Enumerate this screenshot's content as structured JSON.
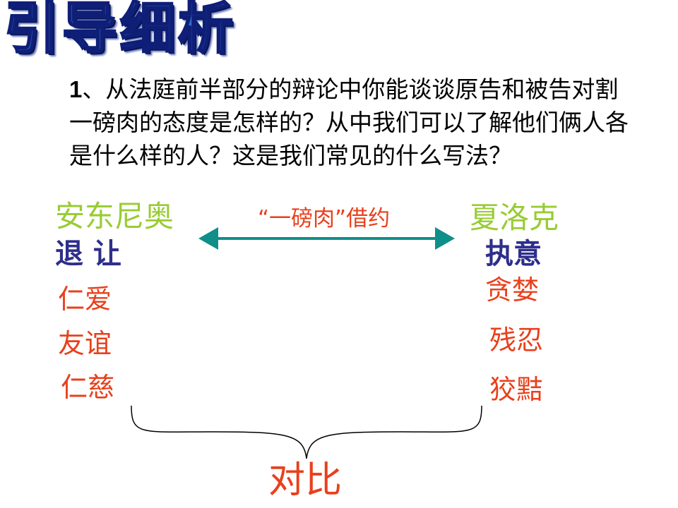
{
  "title": "引导细析",
  "question": {
    "number": "1",
    "text": "、从法庭前半部分的辩论中你能谈谈原告和被告对割一磅肉的态度是怎样的？从中我们可以了解他们俩人各是什么样的人？这是我们常见的什么写法？"
  },
  "left": {
    "name": "安东尼奥",
    "attitude": "退 让",
    "traits": [
      "仁爱",
      "友谊",
      "仁慈"
    ]
  },
  "right": {
    "name": "夏洛克",
    "attitude": "执意",
    "traits": [
      "贪婪",
      "残忍",
      "狡黠"
    ]
  },
  "arrow_label": "“一磅肉”借约",
  "conclusion": "对比",
  "colors": {
    "name": "#99cc33",
    "attitude": "#2e2e8c",
    "trait": "#e8401c",
    "arrow": "#0f8f8a",
    "title_fill": "#2f6ec8",
    "title_outline": "#0f1f78"
  }
}
